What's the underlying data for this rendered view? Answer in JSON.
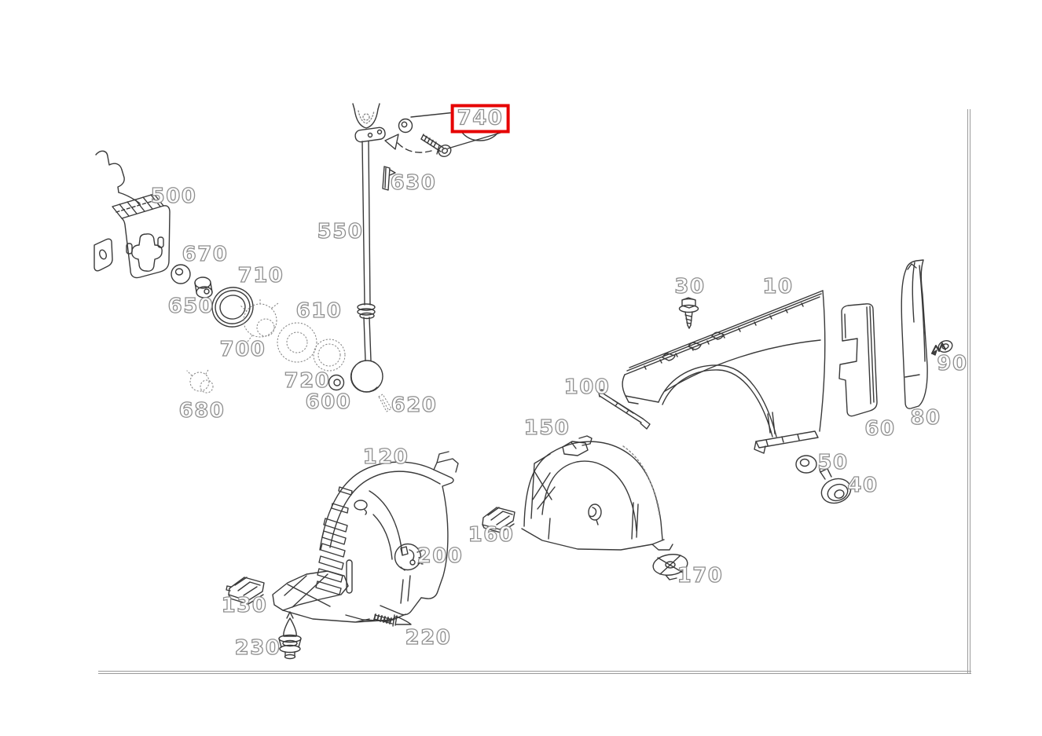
{
  "diagram": {
    "type": "exploded-parts-diagram",
    "subject": "front fender and wheel-housing liner assembly",
    "highlighted_part": "740",
    "colors": {
      "highlight": "#e60000",
      "ink": "#3a3a3a",
      "stipple": "#8a8a8a",
      "label": "#8f8f8f",
      "frame": "#9a9a9a",
      "background": "#ffffff"
    }
  },
  "parts": [
    {
      "id": "740",
      "label": "740",
      "highlighted": true
    },
    {
      "id": "630",
      "label": "630"
    },
    {
      "id": "550",
      "label": "550"
    },
    {
      "id": "500",
      "label": "500"
    },
    {
      "id": "670",
      "label": "670"
    },
    {
      "id": "710",
      "label": "710"
    },
    {
      "id": "650",
      "label": "650"
    },
    {
      "id": "610",
      "label": "610"
    },
    {
      "id": "700",
      "label": "700"
    },
    {
      "id": "720",
      "label": "720"
    },
    {
      "id": "600",
      "label": "600"
    },
    {
      "id": "680",
      "label": "680"
    },
    {
      "id": "620",
      "label": "620"
    },
    {
      "id": "120",
      "label": "120"
    },
    {
      "id": "100",
      "label": "100"
    },
    {
      "id": "150",
      "label": "150"
    },
    {
      "id": "160",
      "label": "160"
    },
    {
      "id": "170",
      "label": "170"
    },
    {
      "id": "200",
      "label": "200"
    },
    {
      "id": "130",
      "label": "130"
    },
    {
      "id": "230",
      "label": "230"
    },
    {
      "id": "220",
      "label": "220"
    },
    {
      "id": "30",
      "label": "30"
    },
    {
      "id": "10",
      "label": "10"
    },
    {
      "id": "60",
      "label": "60"
    },
    {
      "id": "80",
      "label": "80"
    },
    {
      "id": "90",
      "label": "90"
    },
    {
      "id": "50",
      "label": "50"
    },
    {
      "id": "40",
      "label": "40"
    }
  ]
}
